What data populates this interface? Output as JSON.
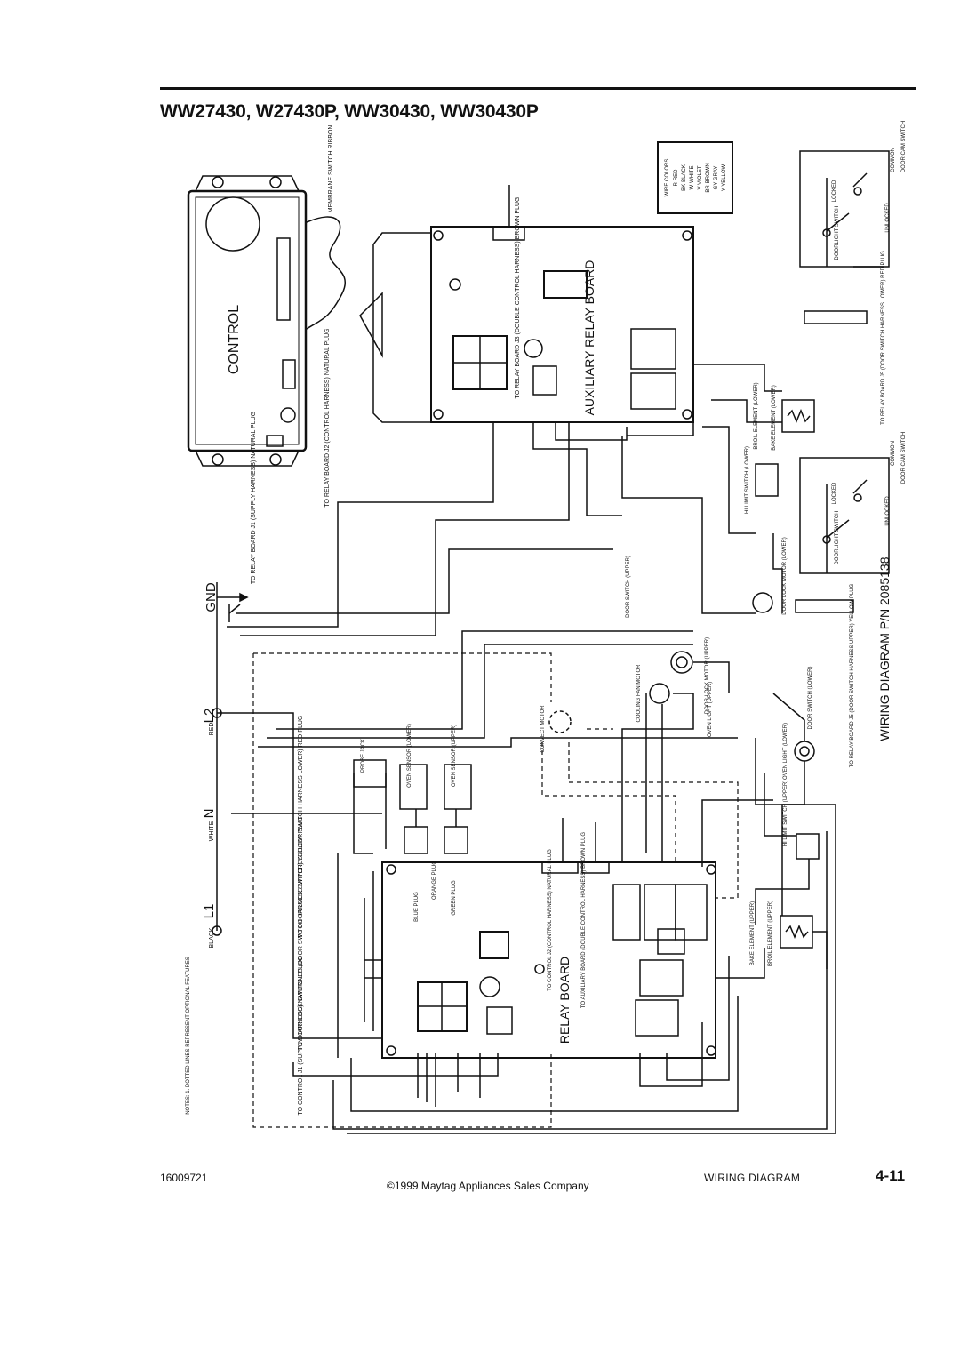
{
  "header": {
    "title": "WW27430, W27430P, WW30430, WW30430P"
  },
  "diagram": {
    "control_label": "CONTROL",
    "membrane_label": "MEMBRANE SWITCH RIBBON",
    "j1_plug_label": "TO RELAY BOARD J1 (SUPPLY HARNESS) NATURAL PLUG",
    "j2_plug_label": "TO RELAY BOARD J2 (CONTROL HARNESS) NATURAL PLUG",
    "aux_board_label": "AUXILIARY RELAY BOARD",
    "aux_j3_label": "TO RELAY BOARD J3 (DOUBLE CONTROL HARNESS) BROWN PLUG",
    "relay_board_label": "RELAY BOARD",
    "gnd_label": "GND",
    "l2_label": "L2",
    "l2_color": "RED",
    "n_label": "N",
    "n_color": "WHITE",
    "l1_label": "L1",
    "l1_color": "BLACK",
    "wire_colors_title": "WIRE COLORS",
    "wire_colors": [
      "R-RED",
      "BK-BLACK",
      "W-WHITE",
      "V-VIOLET",
      "BR-BROWN",
      "GY-GRAY",
      "Y-YELLOW"
    ],
    "door_switch_upper_label": "DOOR CAM SWITCH",
    "door_switch_lower_label": "DOOR CAM SWITCH",
    "locked_label": "LOCKED",
    "unlocked_label": "UNLOCKED",
    "common_label": "COMMON",
    "doorlight_switch_label": "DOORLIGHT SWITCH",
    "j5_red_label": "TO RELAY BOARD J5 (DOOR SWITCH HARNESS LOWER) RED PLUG",
    "j5_yellow_label": "TO RELAY BOARD J5 (DOOR SWITCH HARNESS UPPER) YELLOW PLUG",
    "broil_element_lower": "BROIL ELEMENT (LOWER)",
    "bake_element_lower": "BAKE ELEMENT (LOWER)",
    "hi_limit_lower": "HI LIMIT SWITCH (LOWER)",
    "door_lock_motor_lower": "DOOR LOCK MOTOR (LOWER)",
    "door_lock_motor_upper": "DOOR LOCK MOTOR (UPPER)",
    "oven_light_upper": "OVEN LIGHT (UPPER)",
    "oven_light_lower": "OVEN LIGHT (LOWER)",
    "cooling_fan_motor": "COOLING FAN MOTOR",
    "convect_motor": "CONVECT MOTOR",
    "door_switch_upper_small": "DOOR SWITCH (UPPER)",
    "door_switch_lower_small": "DOOR SWITCH (LOWER)",
    "hi_limit_upper": "HI LIMIT SWITCH (UPPER)",
    "bake_element_upper": "BAKE ELEMENT (UPPER)",
    "broil_element_upper": "BROIL ELEMENT (UPPER)",
    "probe_jack": "PROBE JACK",
    "oven_sensor_lower": "OVEN SENSOR (LOWER)",
    "oven_sensor_upper": "OVEN SENSOR (UPPER)",
    "blue_plug": "BLUE PLUG",
    "orange_plug": "ORANGE PLUG",
    "green_plug": "GREEN PLUG",
    "j2_control_label": "TO CONTROL J2 (CONTROL HARNESS) NATURAL PLUG",
    "aux_j3_relay_label": "TO AUXILIARY BOARD (DOUBLE CONTROL HARNESS) BROWN PLUG",
    "door_lock_lower_harness": "TO DOOR LOCK SWITCHES (DOOR SWITCH HARNESS LOWER) RED PLUG",
    "door_lock_upper_harness": "TO DOOR LOCK SWITCHES (DOOR SWITCH HARNESS UPPER) YELLOW PLUG",
    "control_j1_harness": "TO CONTROL J1 (SUPPLY HARNESS) NATURAL PLUG",
    "notes": "NOTES: 1. DOTTED LINES REPRESENT OPTIONAL FEATURES",
    "part_number": "WIRING DIAGRAM P/N 2085138"
  },
  "footer": {
    "doc_number": "16009721",
    "copyright": "©1999 Maytag Appliances Sales Company",
    "section": "WIRING DIAGRAM",
    "page": "4-11"
  }
}
